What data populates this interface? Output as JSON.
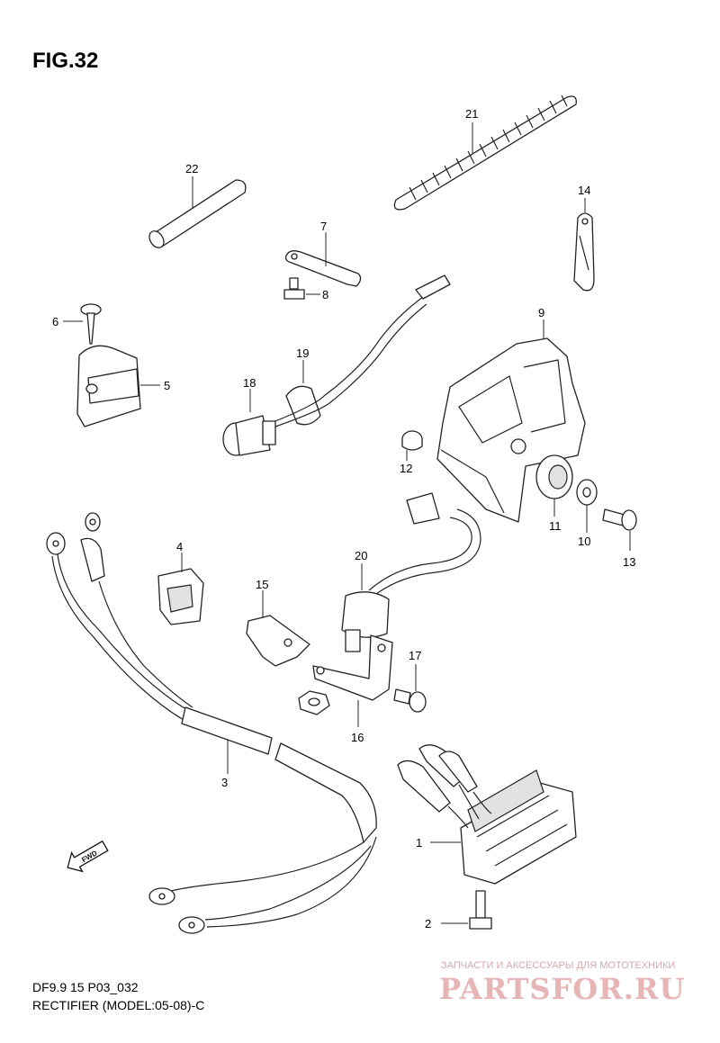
{
  "figure": {
    "title": "FIG.32",
    "code": "DF9.9 15 P03_032",
    "caption": "RECTIFIER (MODEL:05-08)-C",
    "fwd_label": "FWD"
  },
  "callouts": [
    "1",
    "2",
    "3",
    "4",
    "5",
    "6",
    "7",
    "8",
    "9",
    "10",
    "11",
    "12",
    "13",
    "14",
    "15",
    "16",
    "17",
    "18",
    "19",
    "20",
    "21",
    "22"
  ],
  "watermark": {
    "tagline": "ЗАПЧАСТИ И АКСЕССУАРЫ ДЛЯ МОТОТЕХНИКИ",
    "brand": "PARTSFOR.RU",
    "color": "#e7b5b5"
  }
}
